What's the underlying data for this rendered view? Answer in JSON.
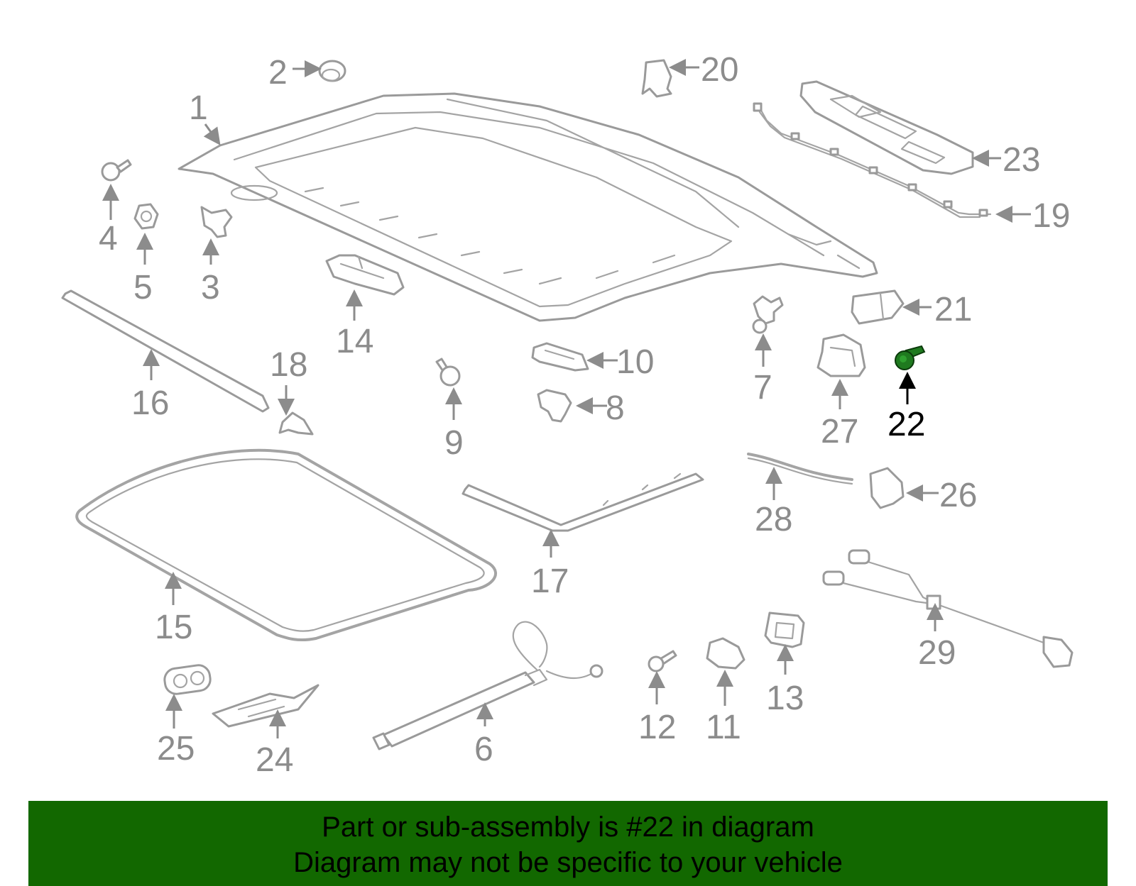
{
  "colors": {
    "line_gray": "#9a9a9a",
    "label_gray": "#8c8c8c",
    "highlight_part": "#1f7a1f",
    "footer_background": "#126800",
    "footer_text": "#000000"
  },
  "highlighted_part": "22",
  "callouts": [
    "1",
    "2",
    "3",
    "4",
    "5",
    "6",
    "7",
    "8",
    "9",
    "10",
    "11",
    "12",
    "13",
    "14",
    "15",
    "16",
    "17",
    "18",
    "19",
    "20",
    "21",
    "22",
    "23",
    "24",
    "25",
    "26",
    "27",
    "28",
    "29"
  ],
  "footer": {
    "line1": "Part or sub-assembly is #22 in diagram",
    "line2": "Diagram may not be specific to your vehicle"
  }
}
